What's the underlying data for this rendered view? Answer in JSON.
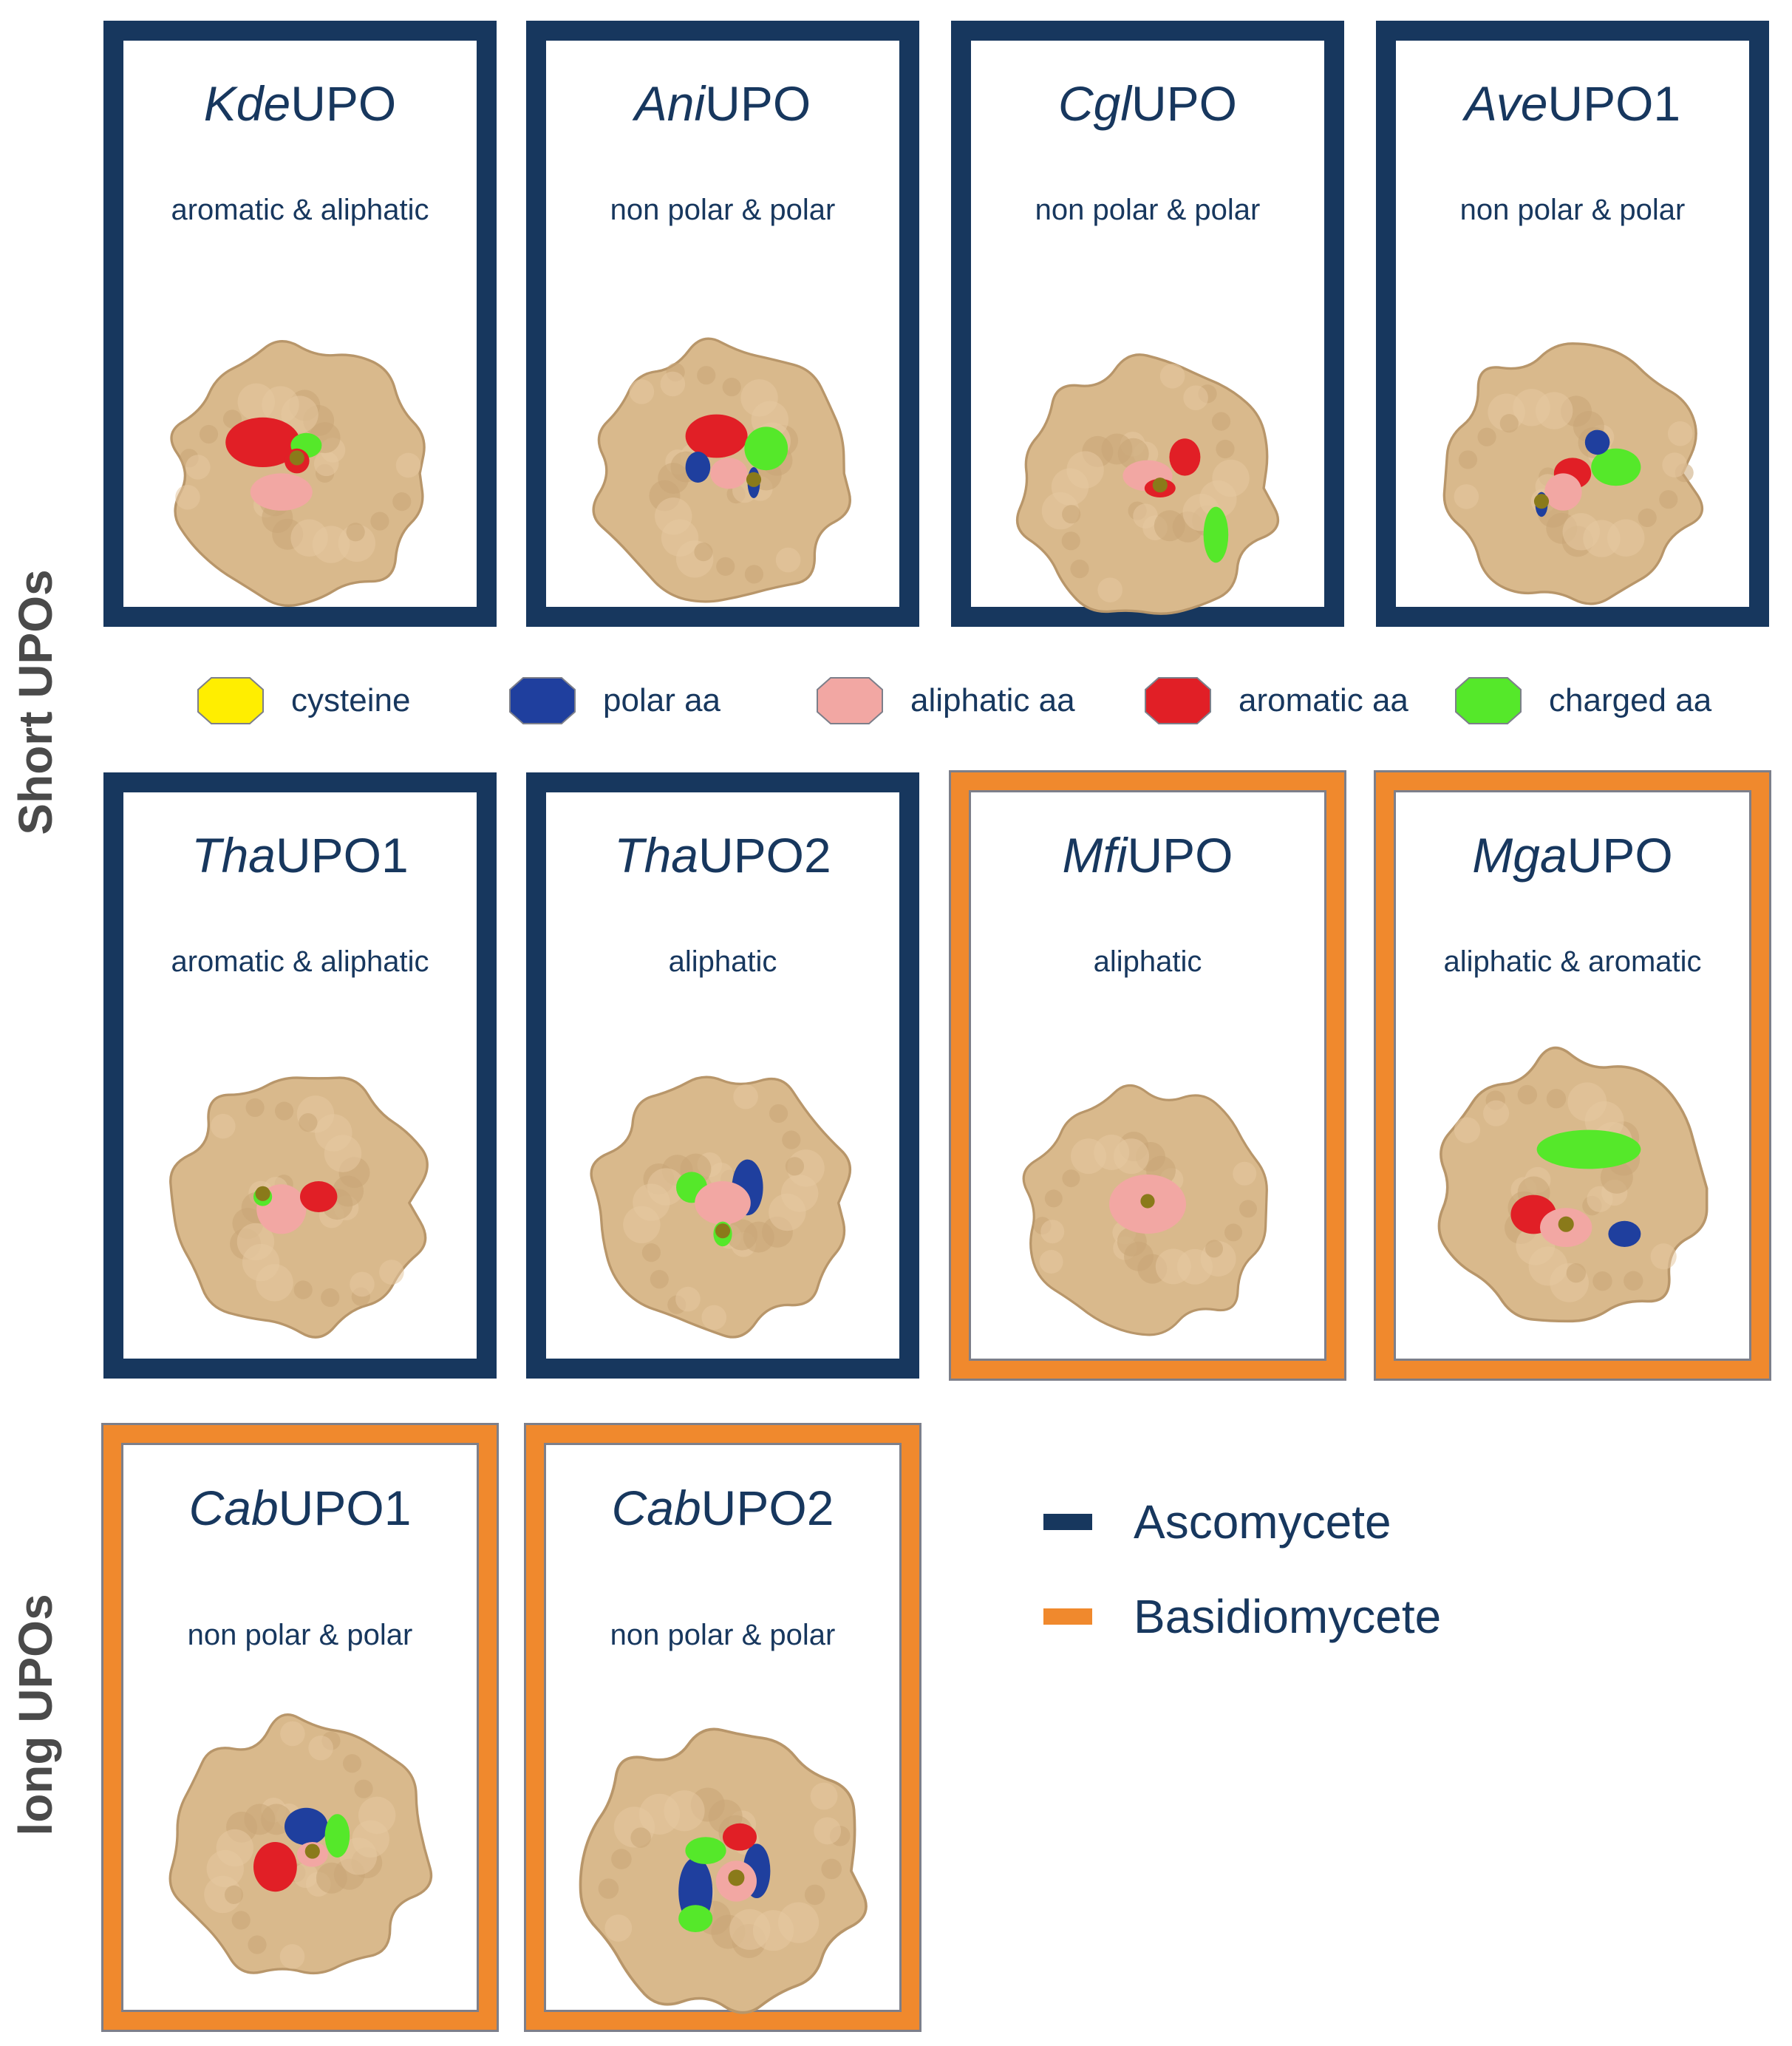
{
  "groups": {
    "short": "Short UPOs",
    "long": "long UPOs"
  },
  "colors": {
    "ascomycete": "#17375e",
    "basidiomycete": "#f0892d",
    "protein_surface": "#d9b98c",
    "cysteine": "#ffee00",
    "polar": "#1f3f9e",
    "aliphatic": "#f2a7a3",
    "aromatic": "#e11f26",
    "charged": "#55e82a"
  },
  "cards": [
    {
      "prefix": "Kde",
      "suffix": "UPO",
      "desc": "aromatic & aliphatic",
      "phylum": "ascomycete"
    },
    {
      "prefix": "Ani",
      "suffix": "UPO",
      "desc": "non polar & polar",
      "phylum": "ascomycete"
    },
    {
      "prefix": "Cgl",
      "suffix": "UPO",
      "desc": "non polar & polar",
      "phylum": "ascomycete"
    },
    {
      "prefix": "Ave",
      "suffix": "UPO1",
      "desc": "non polar & polar",
      "phylum": "ascomycete"
    },
    {
      "prefix": "Tha",
      "suffix": "UPO1",
      "desc": "aromatic & aliphatic",
      "phylum": "ascomycete"
    },
    {
      "prefix": "Tha",
      "suffix": "UPO2",
      "desc": "aliphatic",
      "phylum": "ascomycete"
    },
    {
      "prefix": "Mfi",
      "suffix": "UPO",
      "desc": "aliphatic",
      "phylum": "basidiomycete"
    },
    {
      "prefix": "Mga",
      "suffix": "UPO",
      "desc": "aliphatic & aromatic",
      "phylum": "basidiomycete"
    },
    {
      "prefix": "Cab",
      "suffix": "UPO1",
      "desc": "non polar & polar",
      "phylum": "basidiomycete"
    },
    {
      "prefix": "Cab",
      "suffix": "UPO2",
      "desc": "non polar & polar",
      "phylum": "basidiomycete"
    }
  ],
  "residue_legend": [
    {
      "label": "cysteine",
      "color": "#ffee00"
    },
    {
      "label": "polar aa",
      "color": "#1f3f9e"
    },
    {
      "label": "aliphatic aa",
      "color": "#f2a7a3"
    },
    {
      "label": "aromatic aa",
      "color": "#e11f26"
    },
    {
      "label": "charged aa",
      "color": "#55e82a"
    }
  ],
  "phylum_legend": [
    {
      "label": "Ascomycete",
      "color": "#17375e"
    },
    {
      "label": "Basidiomycete",
      "color": "#f0892d"
    }
  ]
}
